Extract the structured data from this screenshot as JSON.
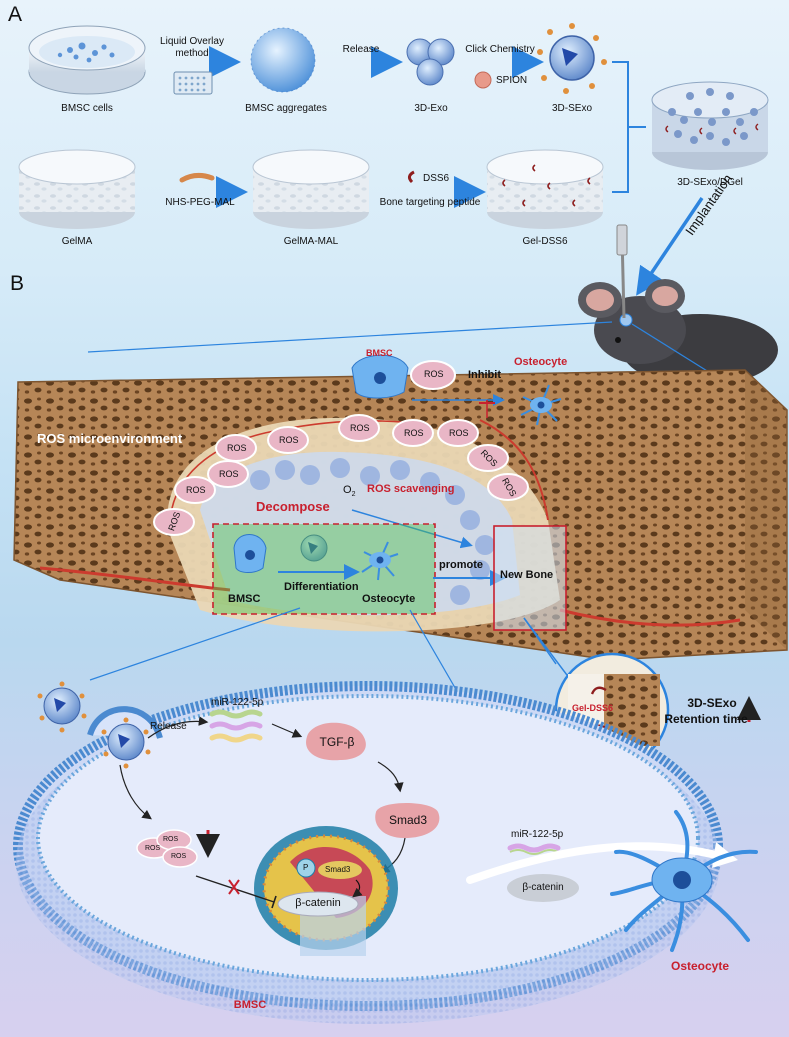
{
  "panels": {
    "a": "A",
    "b": "B"
  },
  "row1": {
    "bmsc_cells": "BMSC cells",
    "liquid_overlay": "Liquid Overlay",
    "method": "method",
    "bmsc_aggregates": "BMSC aggregates",
    "release": "Release",
    "exo": "3D-Exo",
    "click": "Click Chemistry",
    "spion": "SPION",
    "sexo": "3D-SExo"
  },
  "row2": {
    "gelma": "GelMA",
    "nhs": "NHS-PEG-MAL",
    "gelma_mal": "GelMA-MAL",
    "dss6": "DSS6",
    "peptide": "Bone targeting peptide",
    "gel_dss6": "Gel-DSS6",
    "sexo_dgel": "3D-SExo/DGel",
    "implantation": "Implantation"
  },
  "panel_b": {
    "bmsc_top": "BMSC",
    "ros": "ROS",
    "inhibit": "Inhibit",
    "osteocyte_top": "Osteocyte",
    "ros_micro": "ROS microenvironment",
    "o2": "O",
    "o2_sub": "2",
    "ros_scav": "ROS scavenging",
    "decompose": "Decompose",
    "promote": "promote",
    "new_bone": "New Bone",
    "bmsc_box": "BMSC",
    "differentiation": "Differentiation",
    "osteocyte_box": "Osteocyte",
    "gel_dss6_inset": "Gel-DSS6",
    "retention1": "3D-SExo",
    "retention2": "Retention time"
  },
  "cell": {
    "release": "Release",
    "mir": "miR-122-5p",
    "tgf": "TGF-β",
    "smad3": "Smad3",
    "ros": "ROS",
    "p": "P",
    "smad3_small": "Smad3",
    "beta_catenin": "β-catenin",
    "bmsc": "BMSC",
    "mir_right": "miR-122-5p",
    "beta_right": "β-catenin",
    "osteocyte": "Osteocyte"
  },
  "colors": {
    "accent_red": "#c8202e",
    "arrow_blue": "#3a8fe0",
    "bone_brown": "#a67a52",
    "membrane_blue": "#3f86c8"
  }
}
